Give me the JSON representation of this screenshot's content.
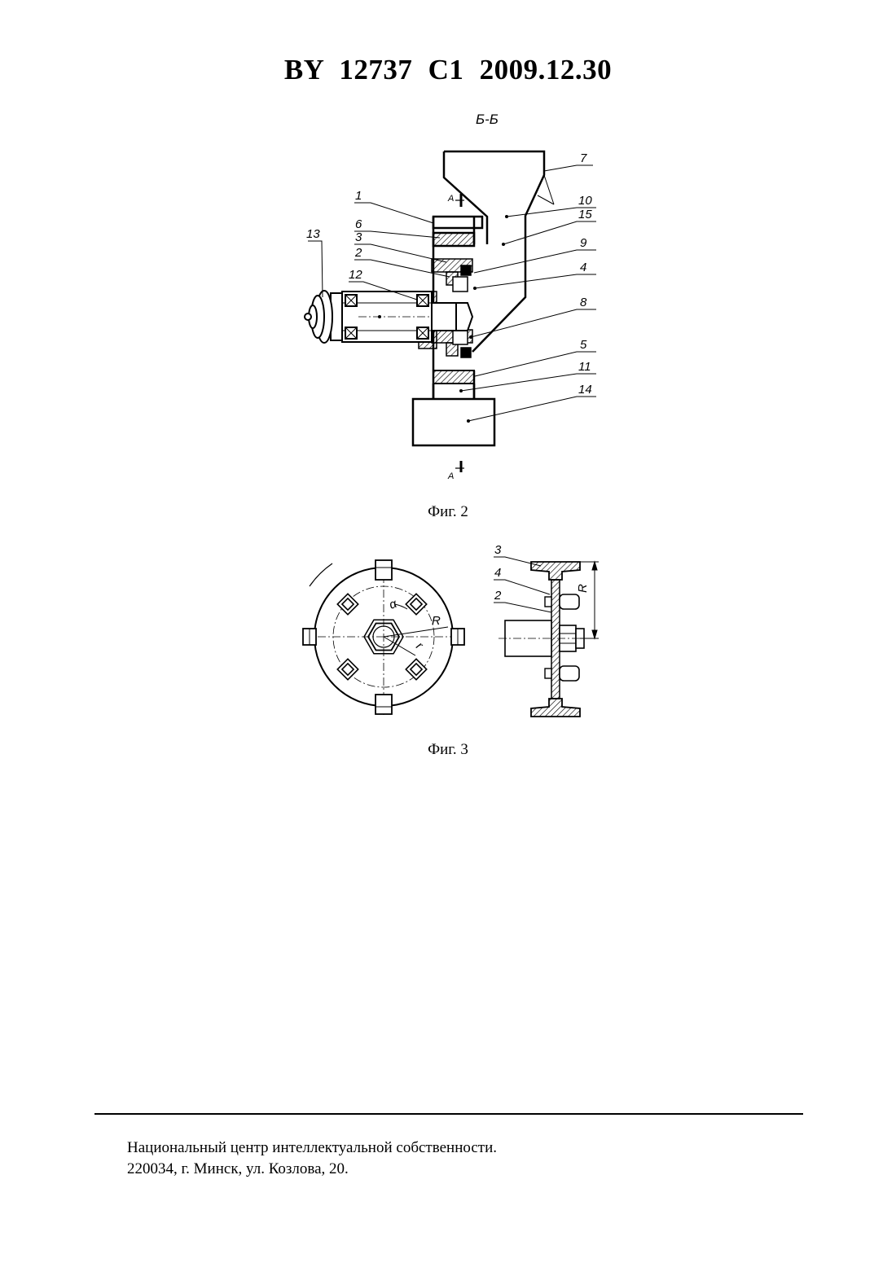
{
  "header": "BY 12737 C1 2009.12.30",
  "fig2": {
    "section_label": "Б-Б",
    "section_marks": [
      "А",
      "А"
    ],
    "callouts": [
      "1",
      "2",
      "3",
      "4",
      "5",
      "6",
      "7",
      "8",
      "9",
      "10",
      "11",
      "12",
      "13",
      "14",
      "15"
    ],
    "caption": "Фиг. 2"
  },
  "fig3": {
    "left_labels": [
      "α",
      "R",
      "r"
    ],
    "right_labels": [
      "3",
      "4",
      "2",
      "R"
    ],
    "caption": "Фиг. 3"
  },
  "footer": {
    "line1": "Национальный центр интеллектуальной собственности.",
    "line2": "220034, г. Минск, ул. Козлова, 20."
  }
}
